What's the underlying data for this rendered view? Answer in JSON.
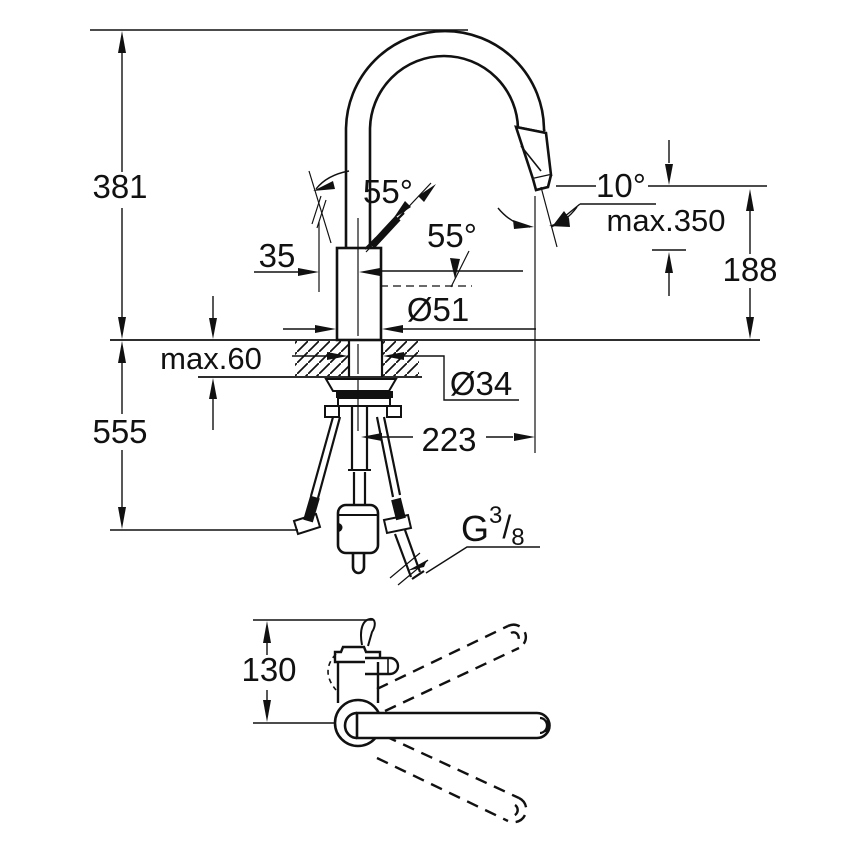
{
  "drawing": {
    "type": "technical-dimension-drawing",
    "subject": "kitchen pull-down faucet",
    "line_color": "#111111",
    "background": "#ffffff"
  },
  "side_view": {
    "dim_total_height": "381",
    "dim_below_counter": "555",
    "dim_counter_thickness": "max.60",
    "dim_lever_offset": "35",
    "dim_body_diameter": "Ø51",
    "dim_hole_diameter": "Ø34",
    "dim_reach": "223",
    "dim_outlet_height": "188",
    "dim_spray_angle": "10°",
    "dim_pullout": "max.350",
    "dim_lever_angle_open": "55°",
    "dim_lever_angle_side": "55°",
    "thread": {
      "letter": "G",
      "num": "3",
      "slash": "/",
      "den": "8"
    }
  },
  "top_view": {
    "dim_swivel_height": "130"
  }
}
